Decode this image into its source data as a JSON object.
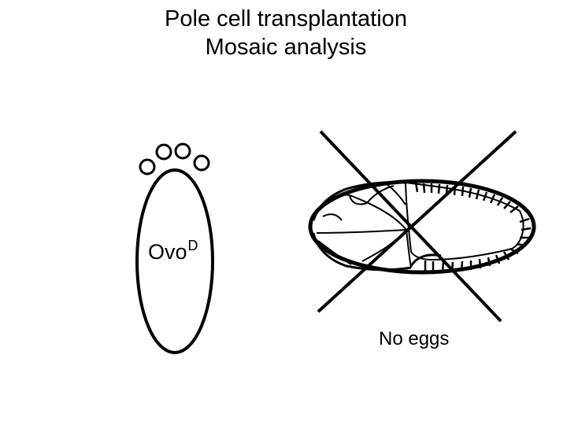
{
  "title": {
    "line1": "Pole cell transplantation",
    "line2": "Mosaic analysis"
  },
  "labels": {
    "genotype_base": "Ovo",
    "genotype_superscript": "D",
    "result": "No eggs"
  },
  "colors": {
    "stroke": "#000000",
    "background": "#ffffff"
  }
}
